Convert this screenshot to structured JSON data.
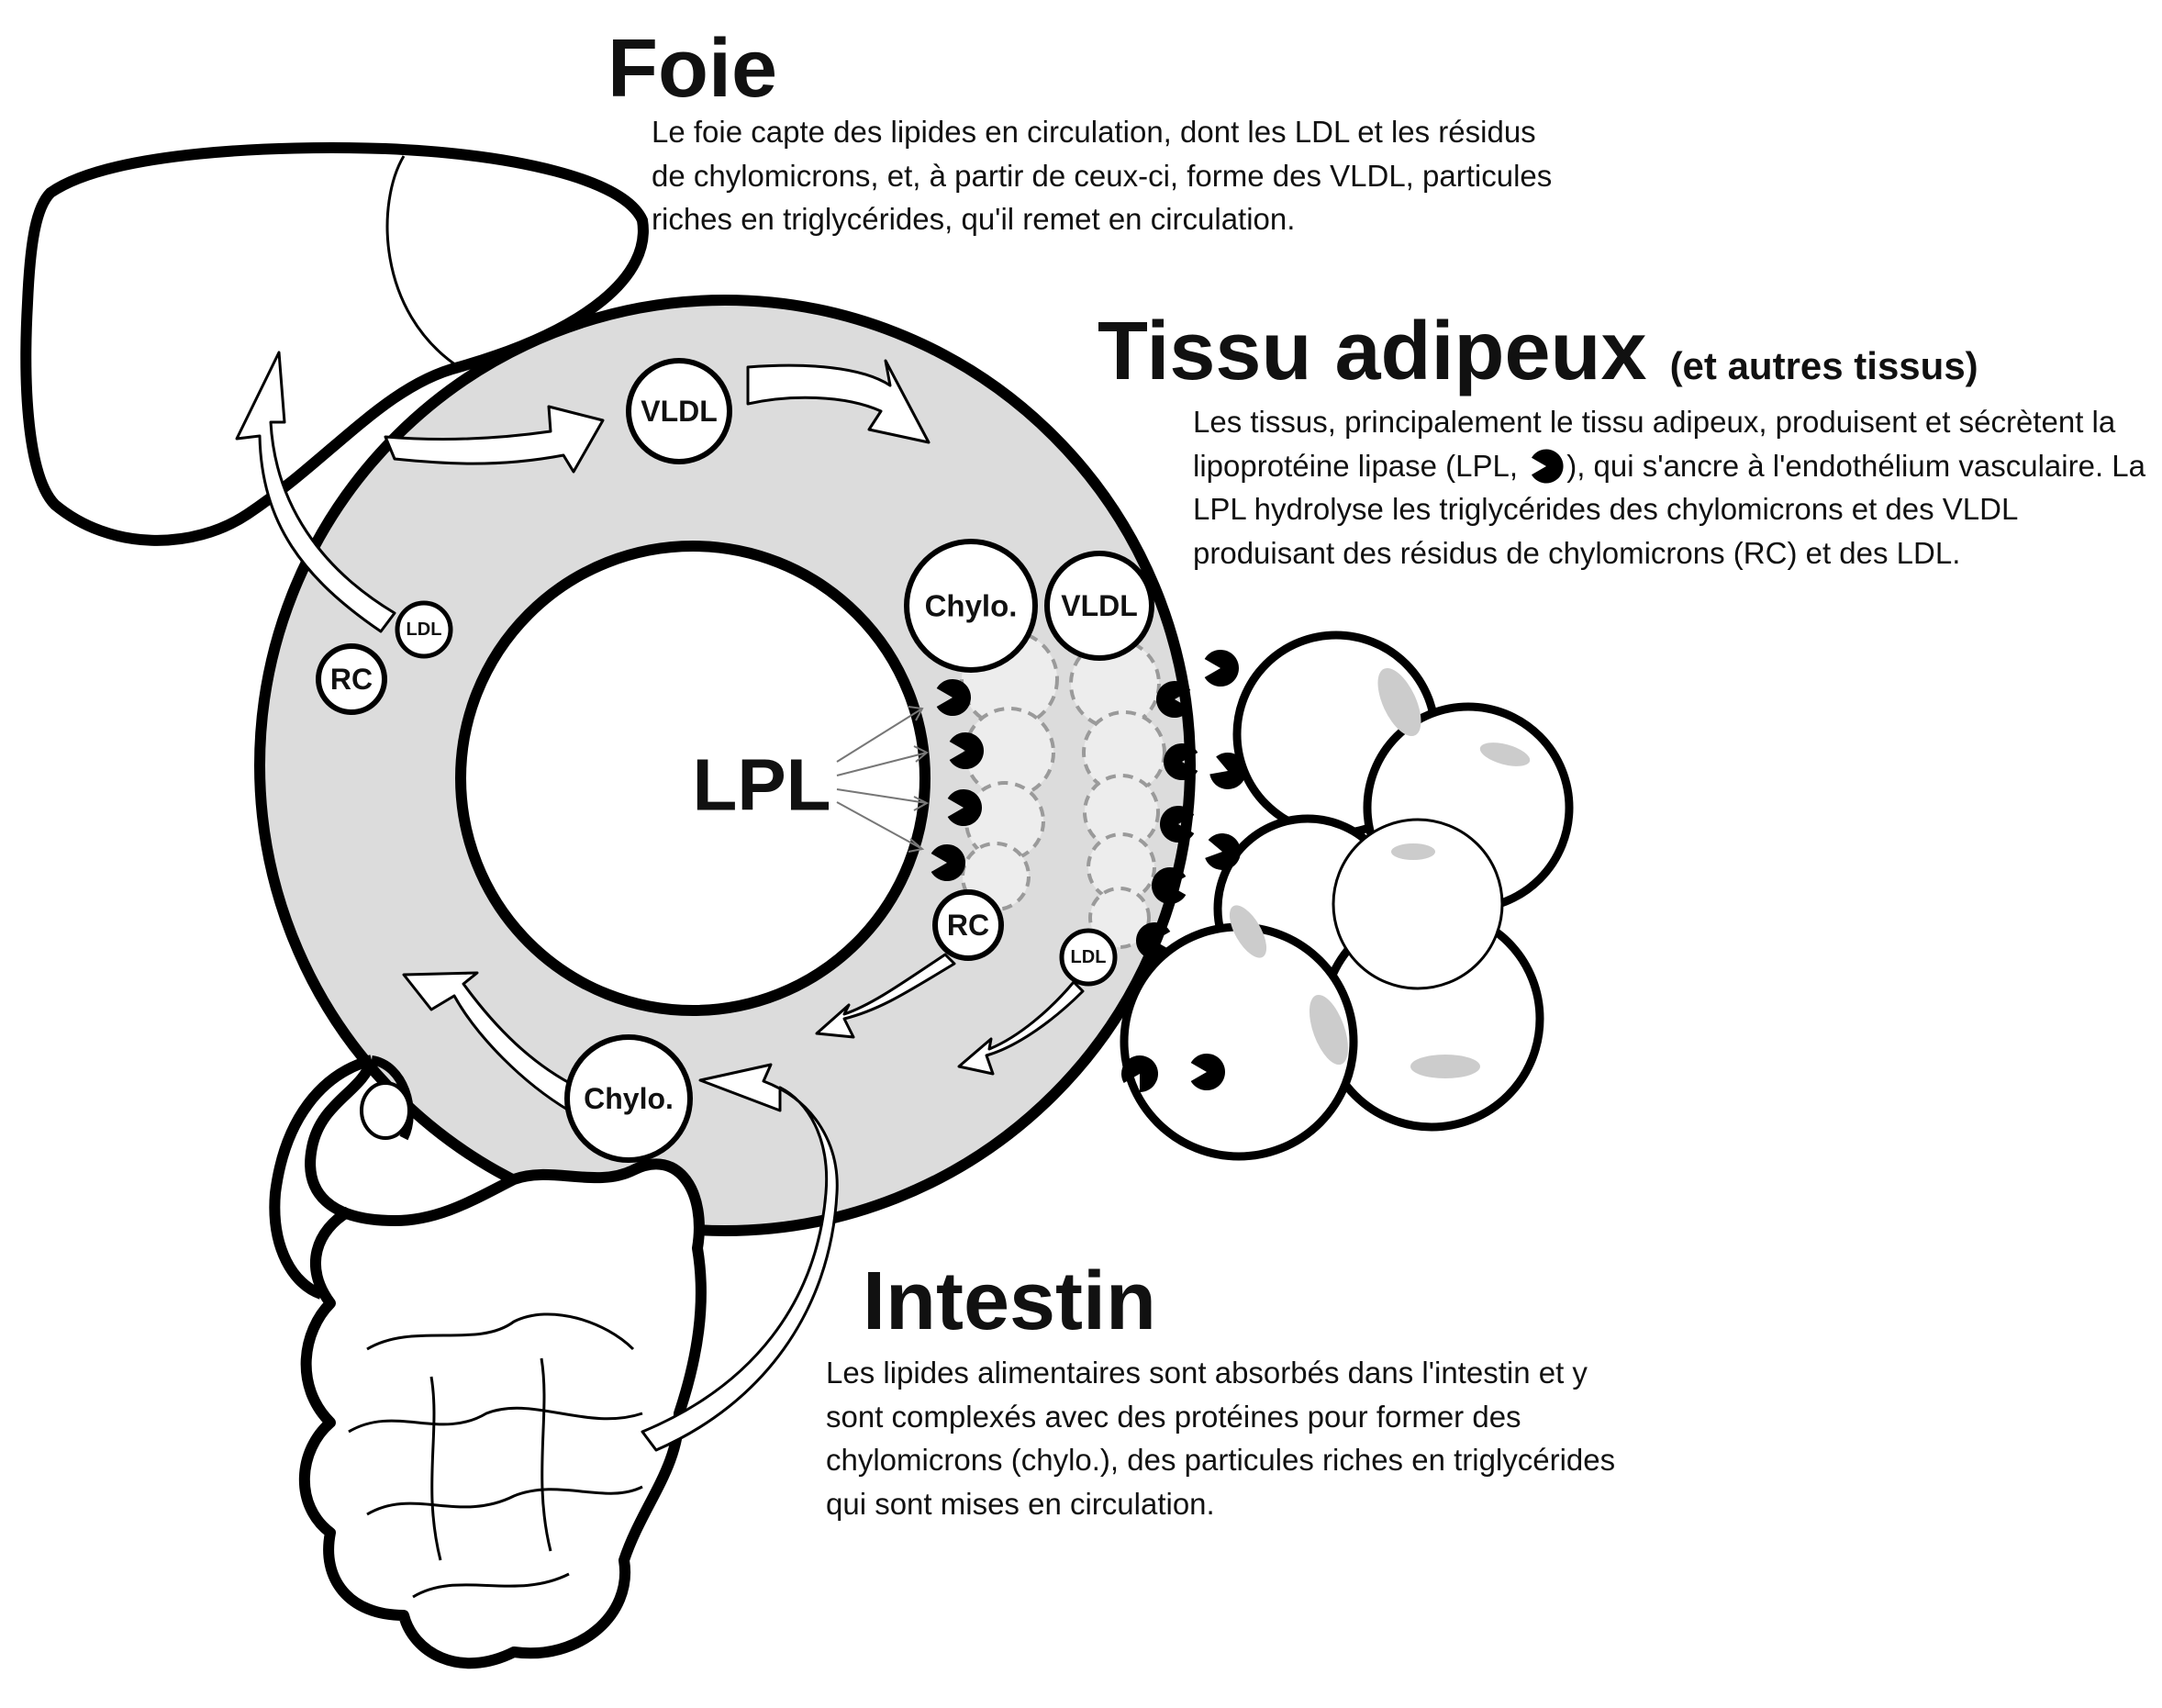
{
  "sections": {
    "liver": {
      "title": "Foie",
      "text": "Le foie capte des lipides en circulation, dont les LDL et les résidus de chylomicrons, et, à partir de ceux-ci, forme des VLDL, particules riches en triglycérides, qu'il remet en circulation."
    },
    "adipose": {
      "title": "Tissu adipeux",
      "subtitle": "(et autres tissus)",
      "text_before": "Les tissus, principalement le tissu adipeux, produisent et sécrètent la lipoprotéine lipase (LPL, ",
      "text_after": "), qui s'ancre à l'endothélium vasculaire. La LPL hydrolyse les triglycérides des chylomicrons et des VLDL produisant des résidus de chylomicrons (RC) et des LDL."
    },
    "intestine": {
      "title": "Intestin",
      "text": "Les lipides alimentaires sont absorbés dans l'intestin et y sont complexés avec des protéines pour former des chylomicrons (chylo.), des particules riches en triglycérides qui sont mises en circulation."
    }
  },
  "particles": {
    "vldl": "VLDL",
    "chylo": "Chylo.",
    "rc": "RC",
    "ldl": "LDL"
  },
  "center_label": "LPL",
  "colors": {
    "vessel_fill": "#dcdcdc",
    "outline": "#000000",
    "ghost_fill": "#ededed",
    "dash_stroke": "#9a9a9a"
  },
  "icons": {
    "enzyme": "lpl-enzyme-icon"
  }
}
